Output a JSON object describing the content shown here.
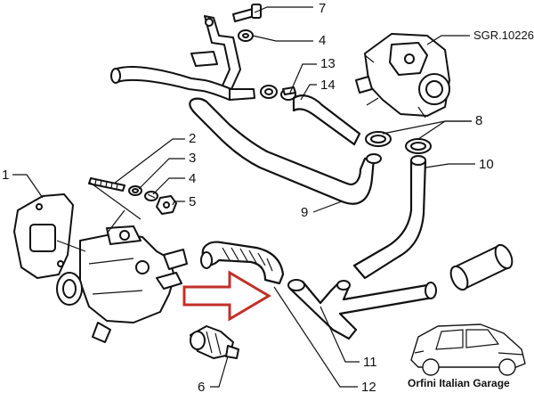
{
  "callouts": {
    "c1": "1",
    "c2": "2",
    "c3": "3",
    "c4a": "4",
    "c4b": "4",
    "c5": "5",
    "c6": "6",
    "c7": "7",
    "c8": "8",
    "c9": "9",
    "c10": "10",
    "c11": "11",
    "c12": "12",
    "c13": "13",
    "c14": "14"
  },
  "reference_label": "SGR.10226",
  "brand_caption": "Orfini Italian Garage",
  "colors": {
    "line": "#111111",
    "arrow": "#c0302a",
    "background": "#ffffff"
  }
}
